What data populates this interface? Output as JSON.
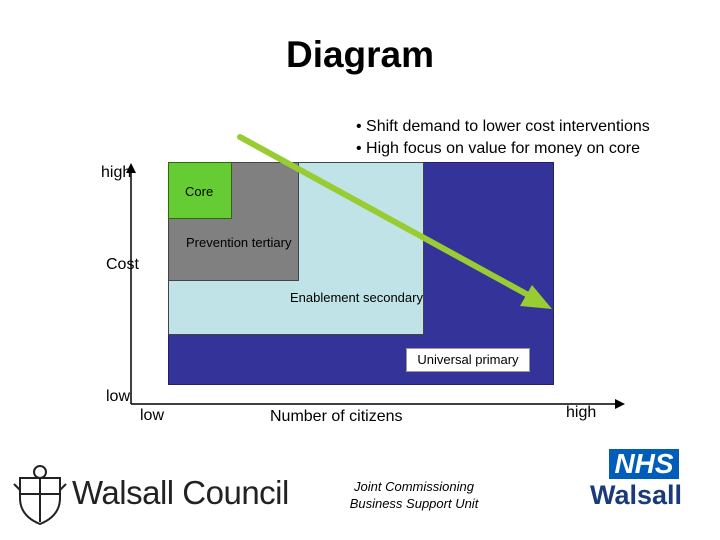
{
  "title": "Diagram",
  "bullets": [
    "• Shift demand to lower cost interventions",
    "• High focus on value for money on core"
  ],
  "y_axis": {
    "high": "high",
    "mid": "Cost",
    "low": "low"
  },
  "x_axis": {
    "low": "low",
    "mid": "Number of citizens",
    "high": "high"
  },
  "boxes": {
    "core": "Core",
    "prevention": "Prevention tertiary",
    "enablement": "Enablement secondary",
    "universal": "Universal primary"
  },
  "colors": {
    "core": "#66cc33",
    "prevention": "#808080",
    "enablement": "#bfe3e6",
    "universal": "#333399",
    "arrow": "#99cc33"
  },
  "footer": {
    "council": "Walsall Council",
    "unit_line1": "Joint Commissioning",
    "unit_line2": "Business Support Unit",
    "nhs": "NHS",
    "nhs_area": "Walsall"
  }
}
